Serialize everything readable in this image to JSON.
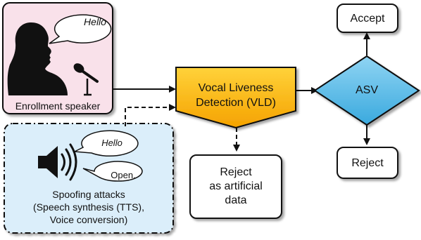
{
  "enrollment": {
    "caption": "Enrollment speaker",
    "speech": "Hello",
    "panel_color": "#f9e1ea"
  },
  "spoofing": {
    "speech_1": "Hello",
    "speech_2": "Open.",
    "caption_line1": "Spoofing attacks",
    "caption_line2": "(Speech synthesis (TTS),",
    "caption_line3": "Voice conversion)",
    "panel_color": "#dbeefa"
  },
  "vld": {
    "line1": "Vocal Liveness",
    "line2": "Detection (VLD)",
    "color_top": "#ffd23a",
    "color_bottom": "#f5a200"
  },
  "asv": {
    "label": "ASV",
    "color": "#4fb8e8"
  },
  "accept": {
    "label": "Accept"
  },
  "reject_asv": {
    "label": "Reject"
  },
  "reject_vld": {
    "line1": "Reject",
    "line2": "as artificial",
    "line3": "data"
  }
}
